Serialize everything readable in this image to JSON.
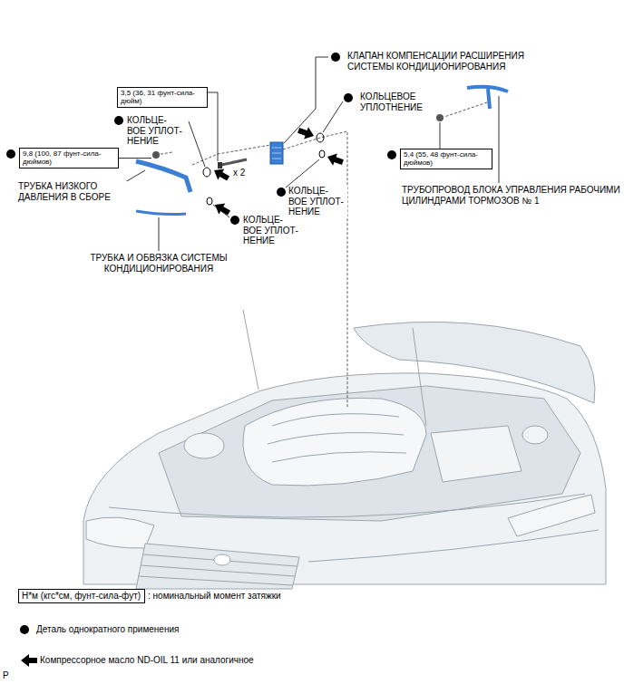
{
  "diagram": {
    "nodes": [
      {
        "text": [
          "3,5 (36, 31 фунт-сила-дюйм)"
        ]
      },
      {
        "text": [
          "9,8 (100, 87 фунт-сила-дюймов)"
        ]
      },
      {
        "text": [
          "5,4 (55, 48 фунт-сила-дюймов)"
        ]
      },
      {
        "text": [
          "Н*м (кгс*см, фунт-сила-фут)"
        ]
      }
    ],
    "labels": [
      "КЛАПАН КОМПЕНСАЦИИ РАСШИРЕНИЯ СИСТЕМЫ КОНДИЦИОНИРОВАНИЯ",
      "КОЛЬЦЕ- ВОЕ УПЛОТ- НЕНИЕ",
      "КОЛЬЦЕВОЕ УПЛОТНЕНИЕ",
      "x 2",
      "КОЛЬЦЕ- ВОЕ УПЛОТ- НЕНИЕ",
      "ТРУБКА НИЗКОГО ДАВЛЕНИЯ В СБОРЕ",
      "КОЛЬЦЕ- ВОЕ УПЛОТ- НЕНИЕ",
      "ТРУБОПРОВОД БЛОКА УПРАВЛЕНИЯ РАБОЧИМИ ЦИЛИНДРАМИ ТОРМОЗОВ № 1",
      "ТРУБКА И ОБВЯЗКА СИСТЕМЫ КОНДИЦИОНИРОВАНИЯ",
      "P"
    ],
    "legend": [
      {
        "text": ": номинальный момент затяжки"
      },
      {
        "text": "Деталь однократного применения"
      },
      {
        "text": "Компрессорное масло ND-OIL 11 или аналогичное"
      }
    ]
  }
}
